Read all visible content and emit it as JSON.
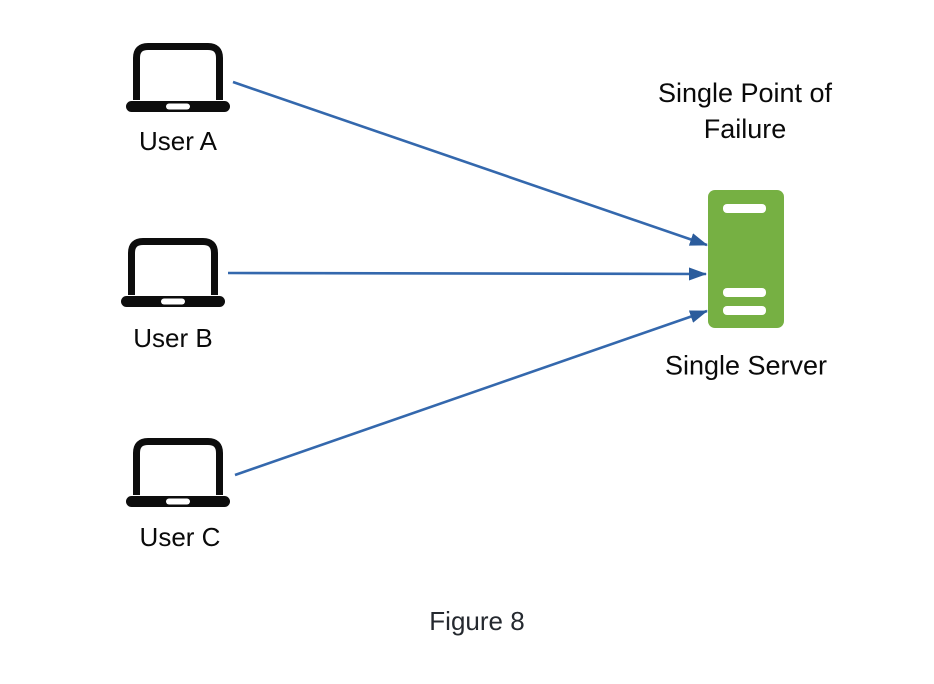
{
  "diagram": {
    "spof_heading": {
      "line1": "Single Point of",
      "line2": "Failure"
    },
    "users": [
      {
        "label": "User A"
      },
      {
        "label": "User B"
      },
      {
        "label": "User C"
      }
    ],
    "server": {
      "label": "Single Server"
    },
    "caption": "Figure 8",
    "icons": {
      "user_icon": "laptop-icon",
      "server_icon": "server-tower-icon"
    },
    "colors": {
      "server_green": "#76b043",
      "arrow_line": "#3468ad",
      "arrow_head": "#2b5c9c",
      "icon_black": "#0d0d0d",
      "slot_white": "#ffffff"
    }
  }
}
